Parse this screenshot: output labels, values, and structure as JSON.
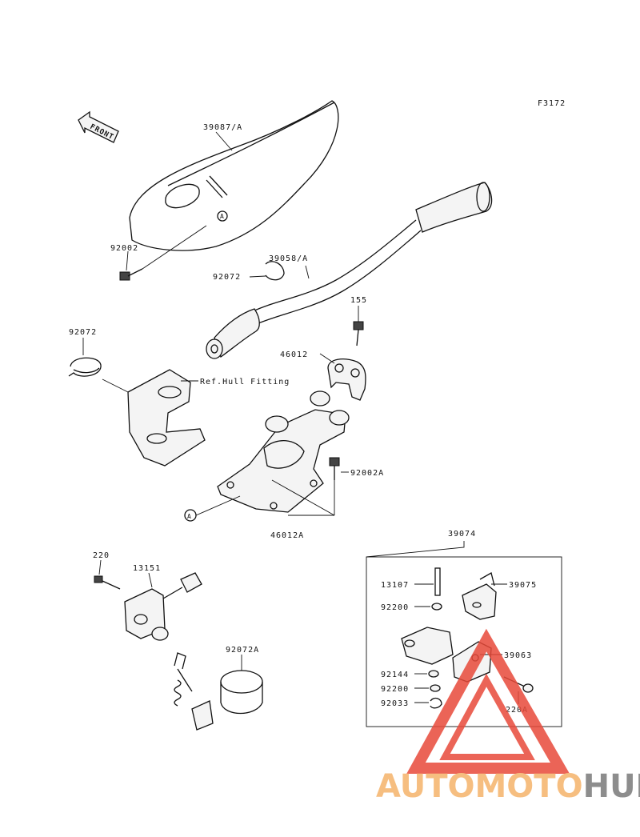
{
  "figure_code": "F3172",
  "front_arrow_text": "FRONT",
  "hull_fitting_ref": "Ref.Hull Fitting",
  "ref_a": "A",
  "parts": {
    "cover": "39087/A",
    "bolt_cover": "92002",
    "clamp_bar": "92072",
    "handlebar": "39058/A",
    "bolt_155": "155",
    "holder_top": "46012",
    "clamp_left": "92072",
    "bolt_92002a": "92002A",
    "holder": "46012A",
    "lever_assy": "39074",
    "pin": "13107",
    "washer1": "92200",
    "lever": "39075",
    "bracket": "39063",
    "spring_washer": "92144",
    "washer2": "92200",
    "circlip": "92033",
    "screw_220a": "220A",
    "screw_220": "220",
    "switch": "13151",
    "clamp_92072a": "92072A"
  },
  "watermark": {
    "part1": "AUTOMOTO",
    "part2": "HUB",
    "color1": "#f5b36b",
    "color2": "#7a7a7a",
    "triangle_color": "#e84a3a"
  }
}
